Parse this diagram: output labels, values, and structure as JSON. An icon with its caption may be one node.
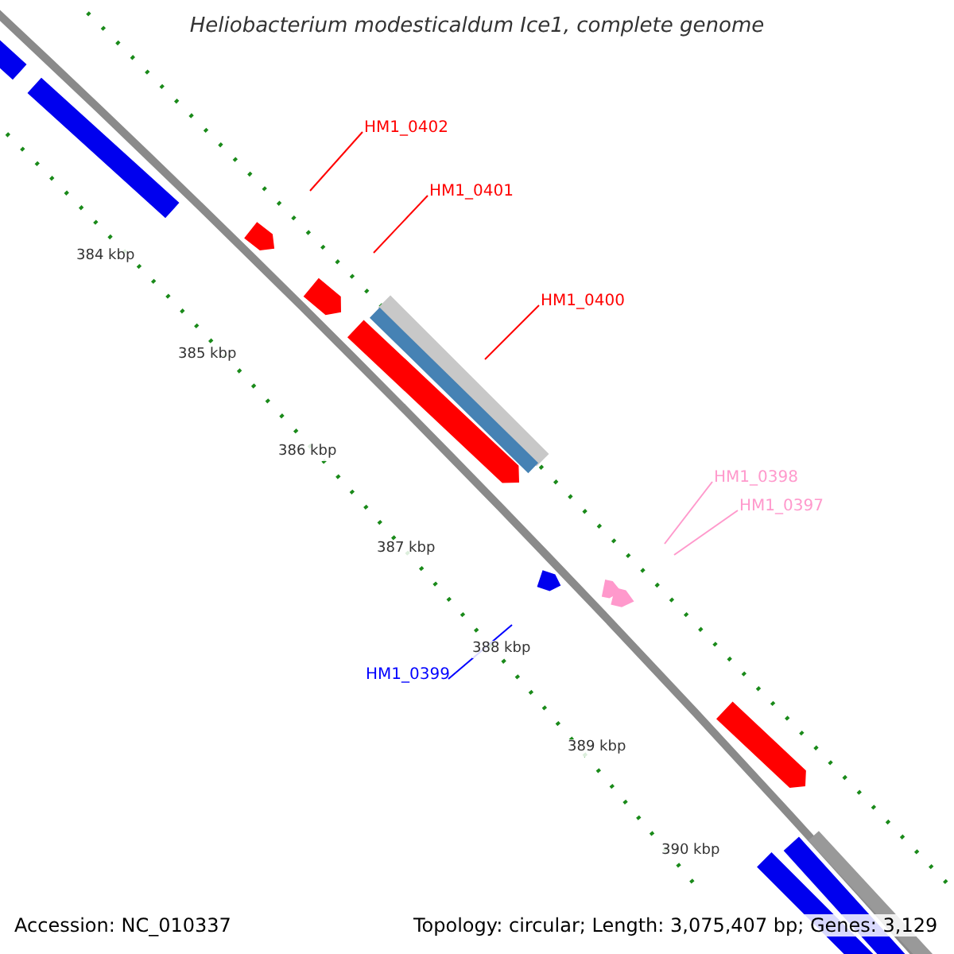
{
  "diagram": {
    "title": "Heliobacterium modesticaldum Ice1, complete genome",
    "nodes": [
      {
        "text": [
          "HM1_0402"
        ]
      },
      {
        "text": [
          "HM1_0401"
        ]
      },
      {
        "text": [
          "HM1_0400"
        ]
      },
      {
        "text": [
          "HM1_0398"
        ]
      },
      {
        "text": [
          "HM1_0397"
        ]
      },
      {
        "text": [
          "HM1_0399"
        ]
      }
    ],
    "edges": [
      {
        "from": 0,
        "to": null,
        "arrow": "none"
      },
      {
        "from": 1,
        "to": null,
        "arrow": "none"
      },
      {
        "from": 2,
        "to": null,
        "arrow": "none"
      },
      {
        "from": 3,
        "to": null,
        "arrow": "none",
        "color": "#ff99cc"
      },
      {
        "from": 4,
        "to": null,
        "arrow": "none",
        "color": "#ff99cc"
      },
      {
        "from": 5,
        "to": null,
        "arrow": "none",
        "color": "#0000ff"
      }
    ],
    "labels": [
      "384 kbp",
      "385 kbp",
      "386 kbp",
      "387 kbp",
      "388 kbp",
      "389 kbp",
      "390 kbp",
      "Accession: NC_010337",
      "Topology: circular; Length: 3,075,407 bp; Genes: 3,129"
    ]
  }
}
